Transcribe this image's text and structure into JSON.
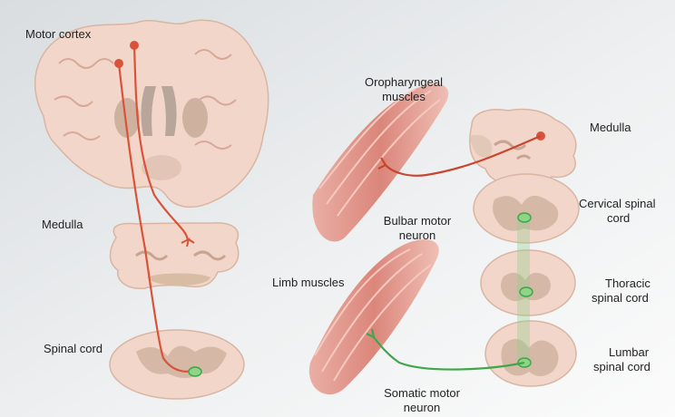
{
  "labels": {
    "motor_cortex": "Motor cortex",
    "medulla_left": "Medulla",
    "spinal_cord": "Spinal cord",
    "oropharyngeal_line1": "Oropharyngeal",
    "oropharyngeal_line2": "muscles",
    "medulla_right": "Medulla",
    "cervical_line1": "Cervical spinal",
    "cervical_line2": "cord",
    "bulbar_line1": "Bulbar motor",
    "bulbar_line2": "neuron",
    "limb_muscles": "Limb muscles",
    "thoracic_line1": "Thoracic",
    "thoracic_line2": "spinal cord",
    "lumbar_line1": "Lumbar",
    "lumbar_line2": "spinal cord",
    "somatic_line1": "Somatic motor",
    "somatic_line2": "neuron"
  },
  "colors": {
    "upper_motor_pathway": "#d9533a",
    "lower_motor_pathway": "#3fa64a",
    "bulbar_pathway": "#c8452f",
    "tissue_pink": "#f1d6c9",
    "gray_matter": "#d6b8a6",
    "muscle": "#de8d82"
  }
}
